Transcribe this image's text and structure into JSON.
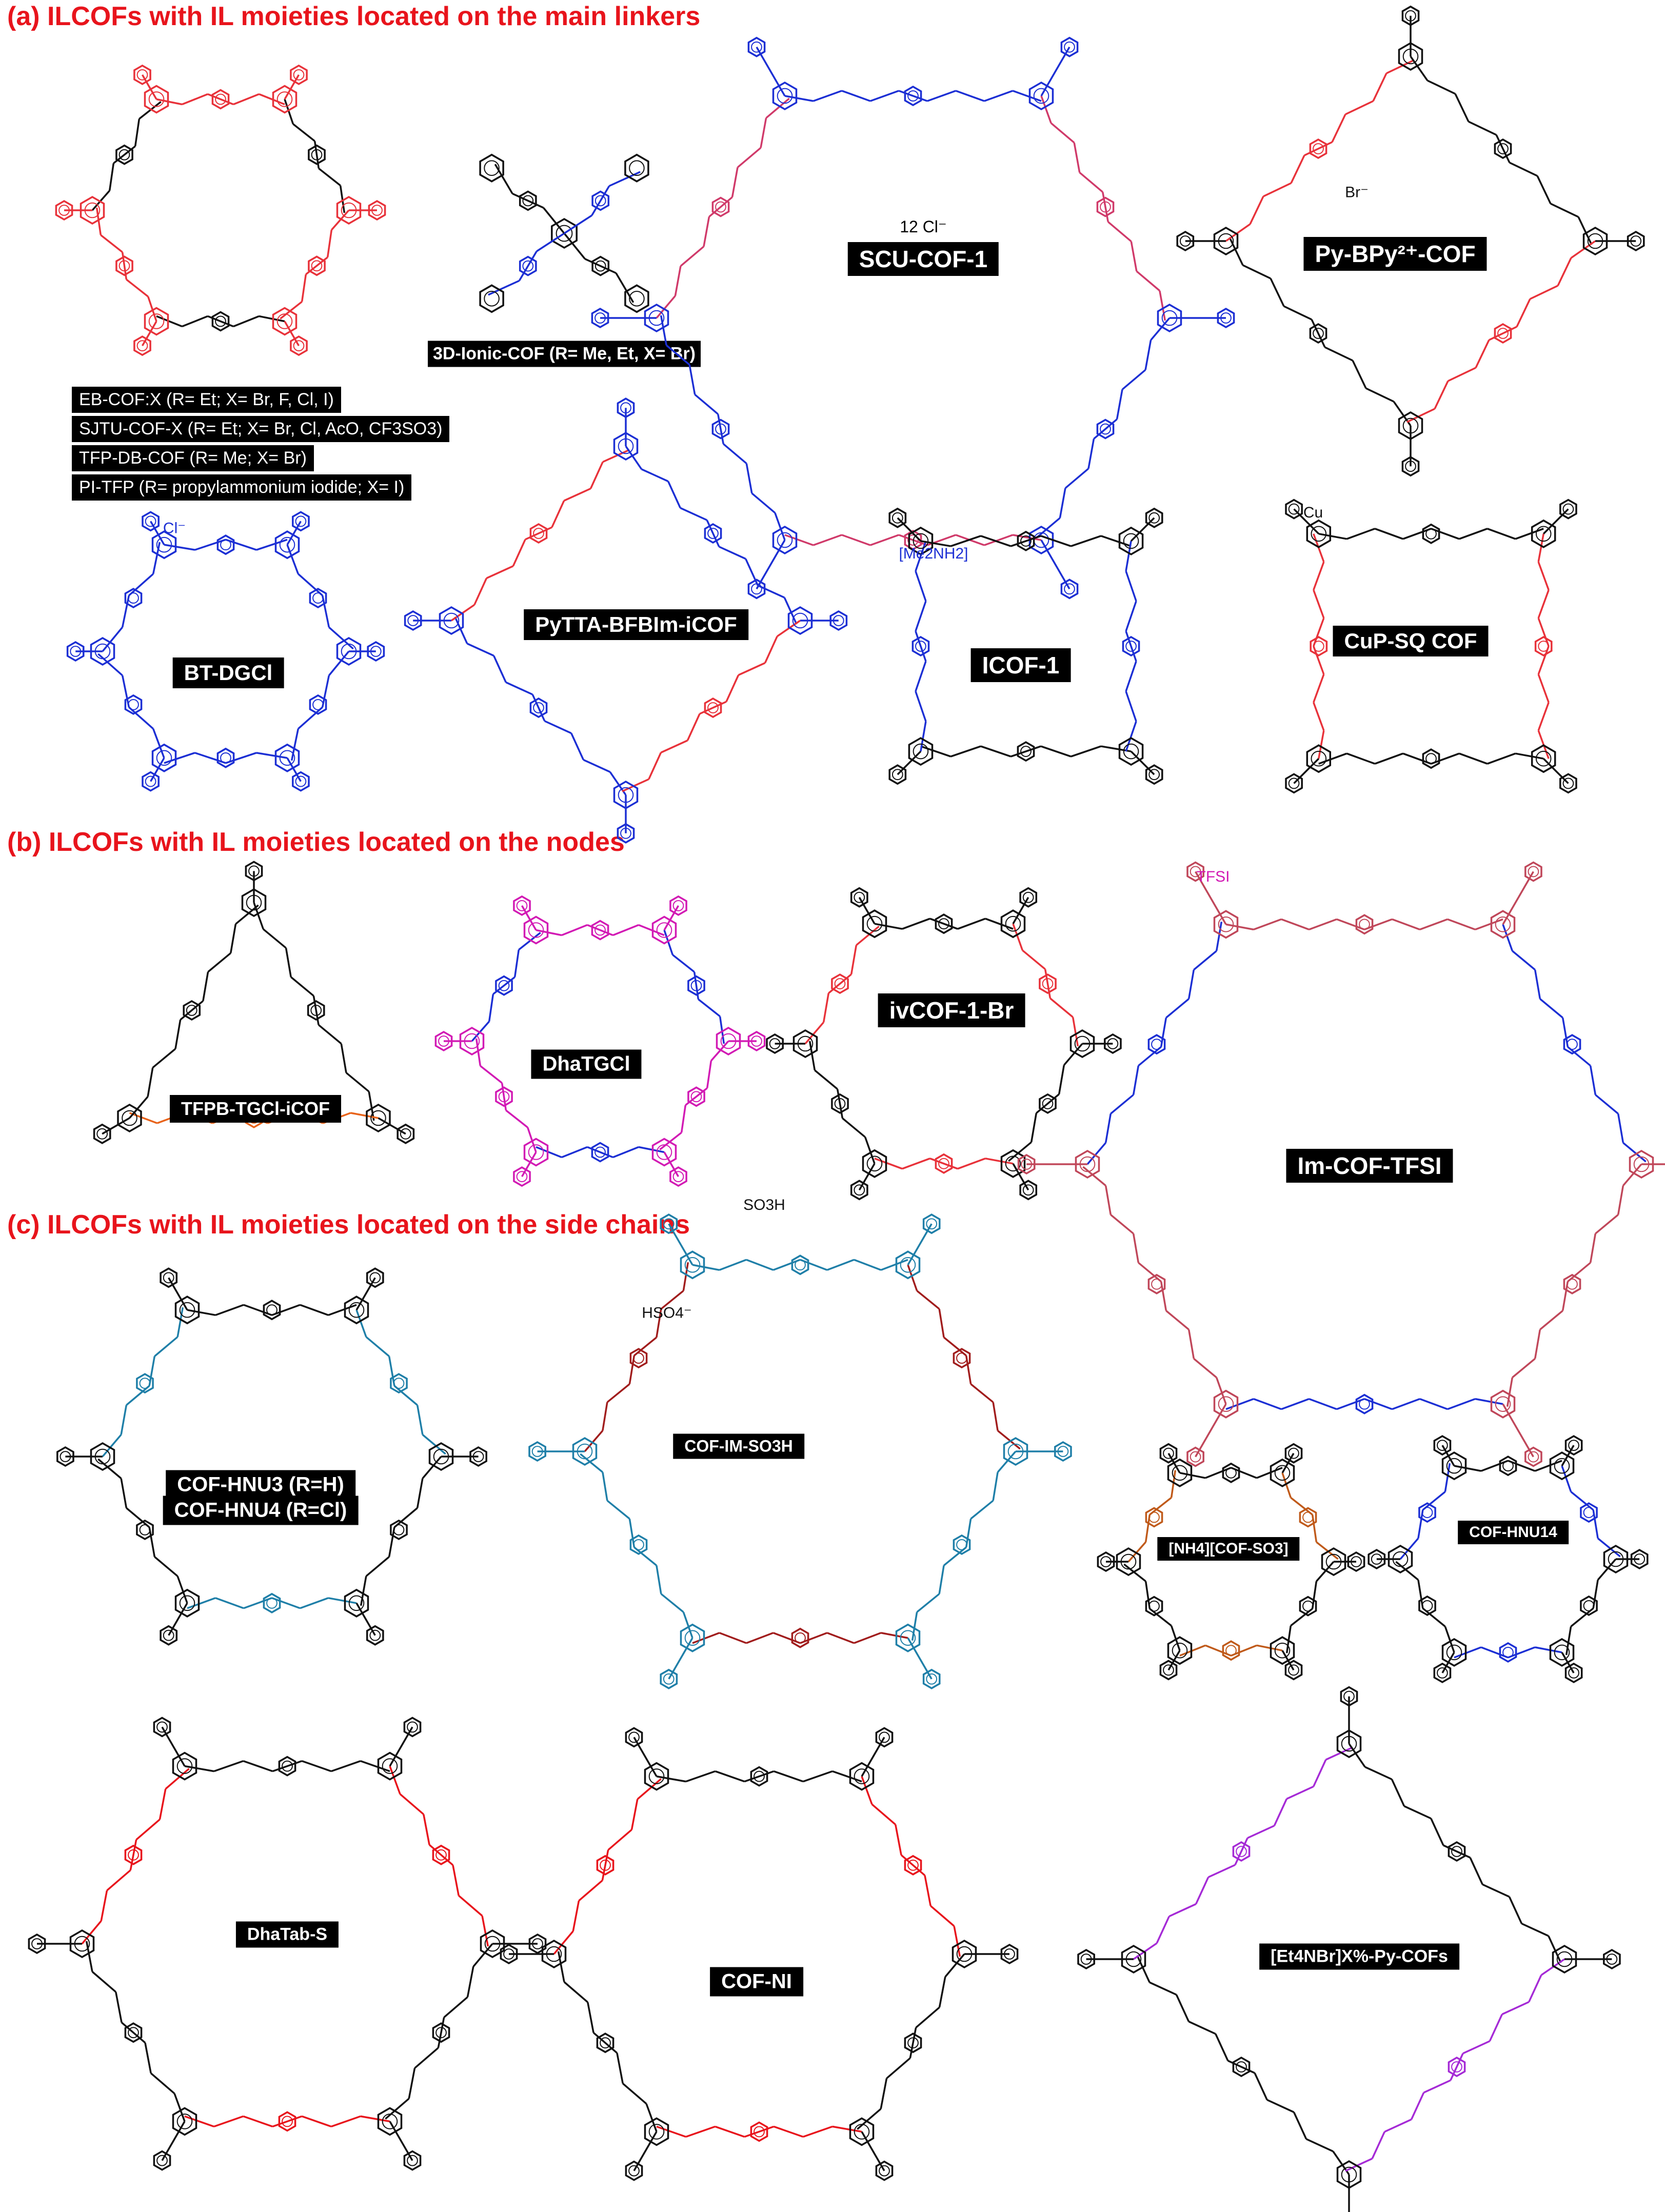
{
  "sections": [
    {
      "title": "(a) ILCOFs with IL moieties located on the main linkers"
    },
    {
      "title": "(b) ILCOFs with IL moieties located on the nodes"
    },
    {
      "title": "(c) ILCOFs with IL moieties located on the side chains"
    }
  ],
  "legend_a": [
    "EB-COF:X (R= Et; X= Br, F, Cl, I)",
    "SJTU-COF-X (R= Et; X= Br, Cl, AcO, CF3SO3)",
    "TFP-DB-COF (R= Me; X= Br)",
    "PI-TFP (R= propylammonium iodide; X= I)"
  ],
  "labels": {
    "ionic3d": "3D-Ionic-COF (R= Me, Et, X= Br)",
    "scu": "SCU-COF-1",
    "scu_counter": "12 Cl⁻",
    "pybpy": "Py-BPy²⁺-COF",
    "btdg": "BT-DGCl",
    "pytta": "PyTTA-BFBIm-iCOF",
    "icof1": "ICOF-1",
    "cupsq": "CuP-SQ COF",
    "tfpb": "TFPB-TGCl-iCOF",
    "dhatg": "DhaTGCl",
    "ivcof": "ivCOF-1-Br",
    "imcof": "Im-COF-TFSI",
    "hnu34_a": "COF-HNU3 (R=H)",
    "hnu34_b": "COF-HNU4 (R=Cl)",
    "imso3h": "COF-IM-SO3H",
    "nh4": "[NH4][COF-SO3]",
    "hnu14": "COF-HNU14",
    "dhatab": "DhaTab-S",
    "cofni": "COF-NI",
    "et4nbr": "[Et4NBr]X%-Py-COFs"
  },
  "annotations": {
    "br": "Br⁻",
    "cl": "Cl⁻",
    "tfsi": "TFSI",
    "me2nh2": "[Me2NH2]",
    "hso4": "HSO4⁻",
    "so3h": "SO3H",
    "cu": "Cu"
  },
  "colors": {
    "title_red": "#e8141c",
    "linker_red": "#e8323a",
    "linker_blue": "#1c2fd4",
    "magenta": "#d21ab4",
    "teal": "#1f7fa8",
    "rose": "#c0475a",
    "black": "#111111",
    "label_bg": "#000000",
    "label_fg": "#ffffff"
  }
}
